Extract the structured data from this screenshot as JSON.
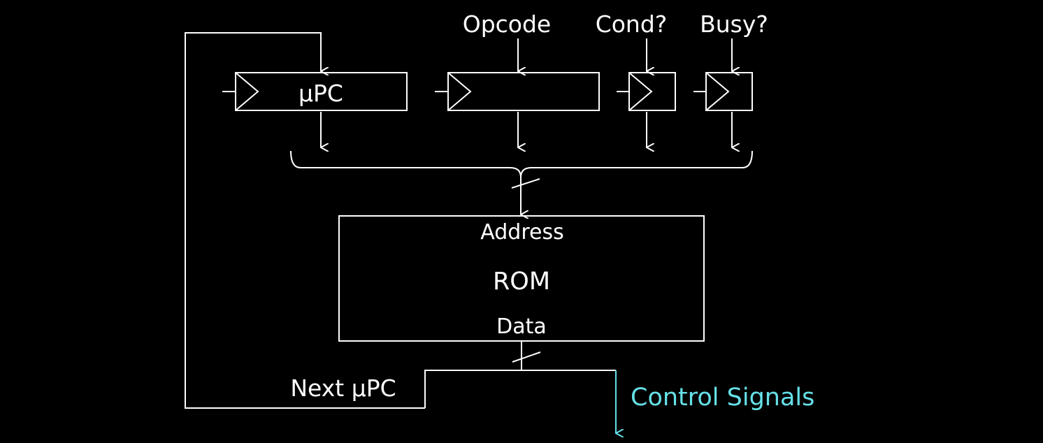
{
  "colors": {
    "background": "#000000",
    "line": "#ffffff",
    "accent": "#66e0e8"
  },
  "labels": {
    "opcode": "Opcode",
    "cond": "Cond?",
    "busy": "Busy?",
    "upc": "µPC",
    "address": "Address",
    "rom": "ROM",
    "data": "Data",
    "next_upc": "Next µPC",
    "control_signals": "Control Signals"
  }
}
